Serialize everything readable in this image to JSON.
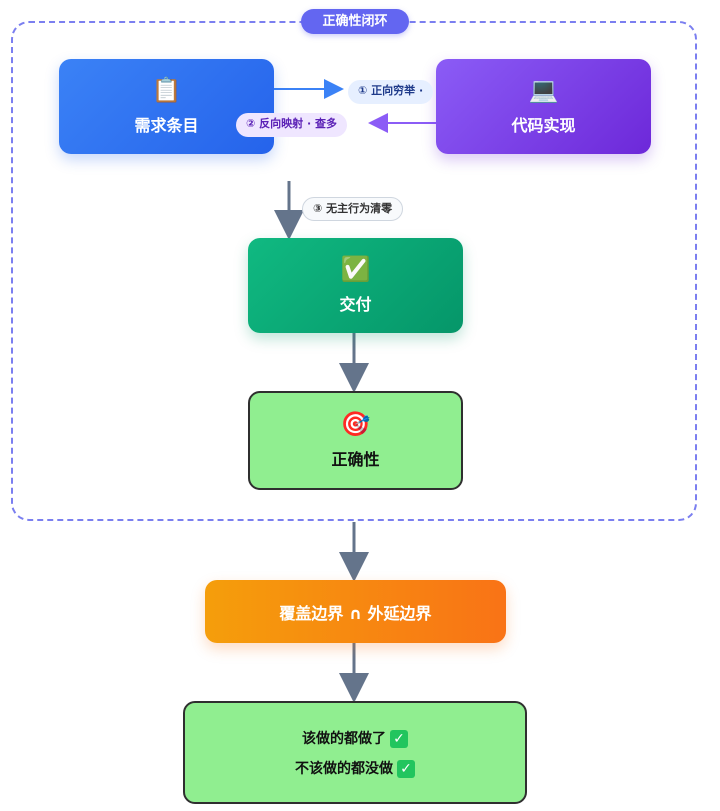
{
  "loop": {
    "title": "正确性闭环"
  },
  "nodes": {
    "requirements": {
      "icon": "📋",
      "label": "需求条目"
    },
    "code": {
      "icon": "💻",
      "label": "代码实现"
    },
    "delivery": {
      "icon": "✅",
      "label": "交付"
    },
    "correctness": {
      "icon": "🎯",
      "label": "正确性"
    },
    "boundary": {
      "label": "覆盖边界 ∩ 外延边界"
    },
    "result": {
      "line1": "该做的都做了",
      "line2": "不该做的都没做",
      "check": "✓"
    }
  },
  "edges": {
    "forward": "① 正向穷举 ·",
    "reverse": "② 反向映射 · 查多",
    "zero": "③ 无主行为清零"
  },
  "colors": {
    "frame": "#7b7ff0",
    "arrow": "#64748b",
    "forward_arrow": "#3b82f6",
    "reverse_arrow": "#8b5cf6"
  }
}
